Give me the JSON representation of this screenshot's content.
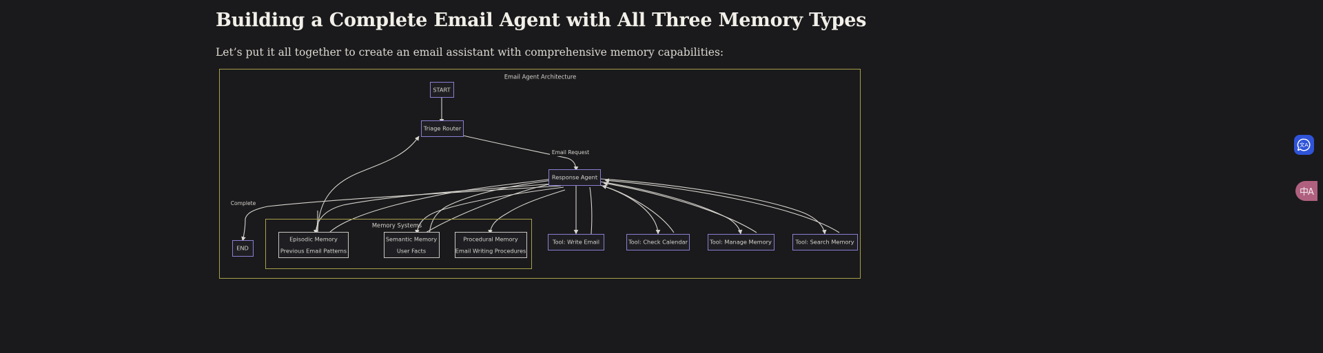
{
  "article": {
    "title": "Building a Complete Email Agent with All Three Memory Types",
    "subtitle": "Let’s put it all together to create an email assistant with comprehensive memory capabilities:"
  },
  "diagram": {
    "title": "Email Agent Architecture",
    "cluster_label": "Memory Systems",
    "frame_color": "#a8a14a",
    "node_border_accent": "#8a7fd4",
    "node_border_plain": "#c9c7c2",
    "edge_color": "#d8d5cf",
    "nodes": {
      "start": "START",
      "triage_router": "Triage Router",
      "response_agent": "Response Agent",
      "end": "END",
      "episodic_line1": "Episodic Memory",
      "episodic_line2": "Previous Email Patterns",
      "semantic_line1": "Semantic Memory",
      "semantic_line2": "User Facts",
      "procedural_line1": "Procedural Memory",
      "procedural_line2": "Email Writing Procedures",
      "tool_write_email": "Tool: Write Email",
      "tool_check_calendar": "Tool: Check Calendar",
      "tool_manage_memory": "Tool: Manage Memory",
      "tool_search_memory": "Tool: Search Memory"
    },
    "edge_labels": {
      "email_request": "Email Request",
      "complete": "Complete"
    }
  },
  "widgets": {
    "translate_primary_icon": "translate-bubble-icon",
    "translate_secondary_label": "中A"
  }
}
